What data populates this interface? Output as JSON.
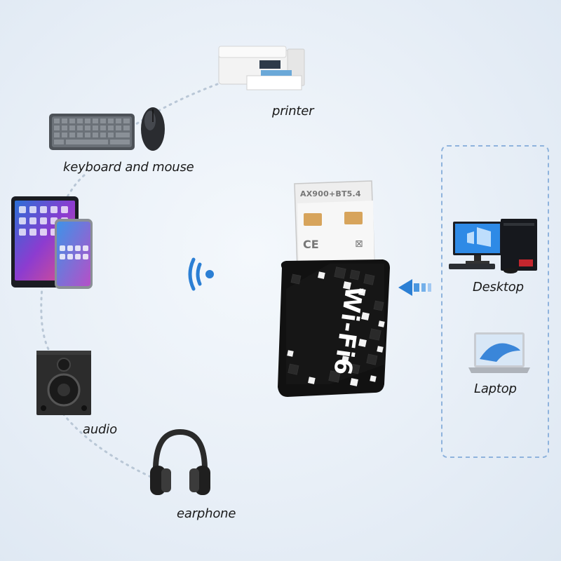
{
  "adapter": {
    "spec_label": "AX900+BT5.4",
    "brand_label": "Wi-Fi6",
    "cert_marks": [
      "CE",
      "⊠"
    ]
  },
  "devices": {
    "printer": "printer",
    "keyboard_mouse": "keyboard and mouse",
    "audio": "audio",
    "earphone": "earphone",
    "desktop": "Desktop",
    "laptop": "Laptop"
  },
  "icons": [
    "printer-icon",
    "keyboard-icon",
    "mouse-icon",
    "tablet-icon",
    "phone-icon",
    "speaker-icon",
    "headphones-icon",
    "desktop-icon",
    "laptop-icon",
    "wireless-signal-icon",
    "arrow-left-icon",
    "usb-adapter-icon"
  ],
  "colors": {
    "accent": "#2b7fd4",
    "adapter_body": "#111111",
    "background": "#e9f0f7"
  }
}
